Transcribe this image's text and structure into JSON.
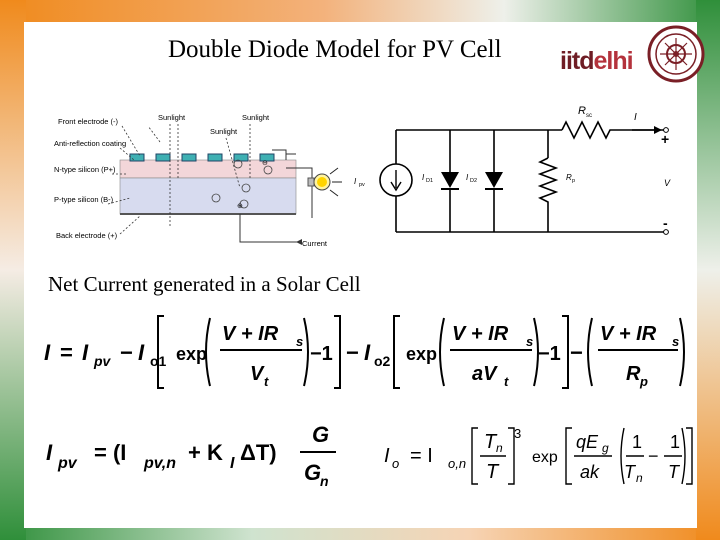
{
  "slide": {
    "title": "Double Diode Model for PV Cell",
    "subtitle": "Net Current generated in a Solar Cell",
    "logo": {
      "text_a": "iitd",
      "text_b": "elhi"
    }
  },
  "cell_figure": {
    "labels": {
      "front_electrode": "Front electrode (-)",
      "anti_reflection": "Anti-reflection coating",
      "n_type": "N-type silicon (P+)",
      "p_type": "P-type silicon (B-)",
      "back_electrode": "Back electrode (+)",
      "sunlight1": "Sunlight",
      "sunlight2": "Sunlight",
      "sunlight3": "Sunlight",
      "current": "Current",
      "minus": "⊖",
      "plus": "⊕"
    }
  },
  "circuit": {
    "labels": {
      "rs": "R",
      "rs_sub": "sc",
      "i": "I",
      "ipv": "I",
      "ipv_sub": "pv",
      "id1": "I",
      "id1_sub": "D1",
      "id2": "I",
      "id2_sub": "D2",
      "rp": "R",
      "rp_sub": "p",
      "v": "V",
      "plus": "+",
      "minus": "-"
    }
  },
  "equations": {
    "eq1": {
      "I": "I",
      "eq": "=",
      "Ipv": "I",
      "pv": "pv",
      "m1": "−",
      "Io1": "I",
      "o1": "o1",
      "exp": "exp",
      "num": "V + IR",
      "num_sub": "s",
      "den": "V",
      "den_sub": "t",
      "m1b": "−1",
      "m2": "−",
      "Io2": "I",
      "o2": "o2",
      "exp2": "exp",
      "num2": "V + IR",
      "num2_sub": "s",
      "den2": "aV",
      "den2_sub": "t",
      "m1c": "−1",
      "m3": "−",
      "num3": "V + IR",
      "num3_sub": "s",
      "den3": "R",
      "den3_sub": "p"
    },
    "eq2": {
      "Ipv": "I",
      "pv": "pv",
      "eq": "= (I",
      "pvn": "pv,n",
      "plus": "+ K",
      "KI": "I",
      "dT": "ΔT)",
      "G": "G",
      "Gn": "G",
      "n": "n"
    },
    "eq3": {
      "Io": "I",
      "o": "o",
      "eq": "= I",
      "on": "o,n",
      "Tn": "T",
      "n": "n",
      "T": "T",
      "cube": "3",
      "exp": "exp",
      "qEg": "qE",
      "g": "g",
      "ak": "ak",
      "one1": "1",
      "Tn2": "T",
      "n2": "n",
      "minus": "−",
      "one2": "1",
      "T2": "T"
    }
  }
}
